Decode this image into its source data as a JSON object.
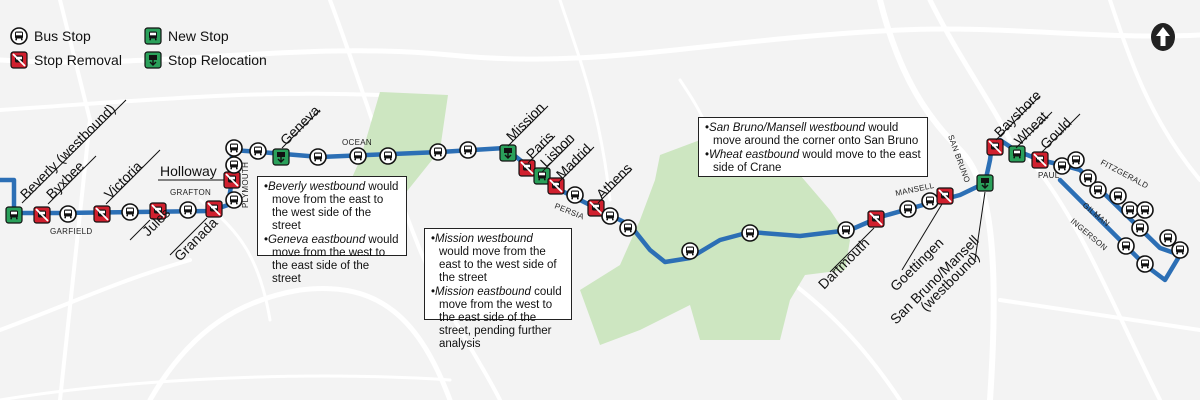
{
  "legend": {
    "bus_stop": "Bus Stop",
    "new_stop": "New Stop",
    "stop_removal": "Stop Removal",
    "stop_relocation": "Stop Relocation"
  },
  "colors": {
    "route": "#2c6fb5",
    "removal": "#d0202e",
    "new_stop": "#2aa05a",
    "park": "#cde6c1",
    "street": "#ffffff",
    "background": "#f3f3f3"
  },
  "stop_names": {
    "beverly_westbound": "Beverly (westbound)",
    "byxbee": "Byxbee",
    "victoria": "Victoria",
    "jules": "Jules",
    "granada": "Granada",
    "holloway": "Holloway",
    "geneva": "Geneva",
    "mission": "Mission",
    "paris": "Paris",
    "lisbon": "Lisbon",
    "madrid": "Madrid",
    "athens": "Athens",
    "dartmouth": "Dartmouth",
    "goettingen": "Goettingen",
    "san_bruno_mansell_1": "San Bruno/Mansell",
    "san_bruno_mansell_2": "(westbound)",
    "bayshore": "Bayshore",
    "wheat": "Wheat",
    "gould": "Gould"
  },
  "street_names": {
    "garfield": "GARFIELD",
    "grafton": "GRAFTON",
    "plymouth": "PLYMOUTH",
    "ocean": "OCEAN",
    "persia": "PERSIA",
    "mansell": "MANSELL",
    "san_bruno": "SAN BRUNO",
    "paul": "PAUL",
    "fitzgerald": "FITZGERALD",
    "gilman": "GILMAN",
    "ingerson": "INGERSON"
  },
  "notes": {
    "beverly_geneva": {
      "b1_italic": "Beverly westbound",
      "b1_rest": " would move from the east to the west side of the street",
      "b2_italic": "Geneva eastbound",
      "b2_rest": " would move from the west to the east side of the street"
    },
    "mission": {
      "b1_italic": "Mission westbound",
      "b1_rest": " would move from the east to the west side of the street",
      "b2_italic": "Mission eastbound",
      "b2_rest": " could move from the west to the east side of the street, pending further analysis"
    },
    "san_bruno": {
      "b1_italic": "San Bruno/Mansell westbound",
      "b1_rest": " would move around the corner onto San Bruno",
      "b2_italic": "Wheat eastbound",
      "b2_rest": " would move to the east side of Crane"
    }
  },
  "icons": [
    "bus-stop-icon",
    "new-stop-icon",
    "stop-removal-icon",
    "stop-relocation-icon",
    "north-arrow-icon"
  ]
}
